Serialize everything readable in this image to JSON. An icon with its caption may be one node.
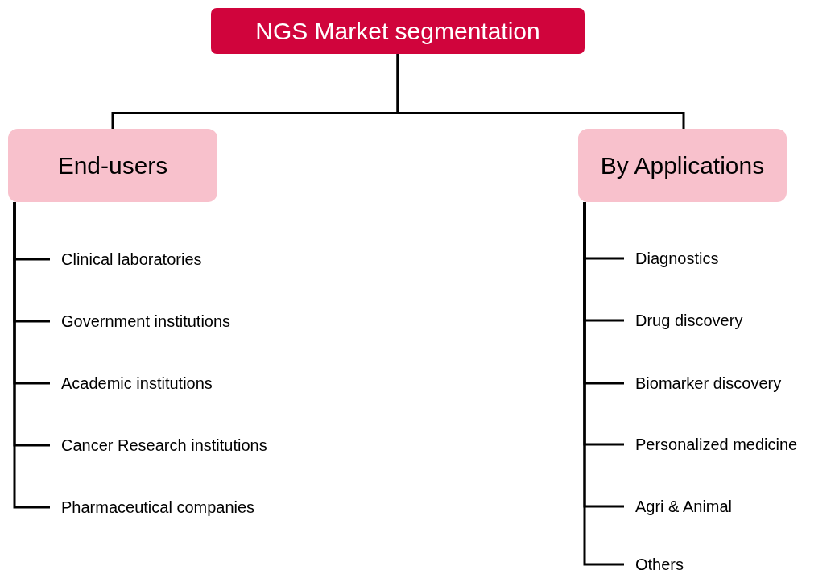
{
  "diagram": {
    "nodes": [
      {
        "text": [
          "NGS Market segmentation"
        ]
      },
      {
        "text": [
          "End-users"
        ]
      },
      {
        "text": [
          "By Applications"
        ]
      },
      {
        "text": [
          "Clinical laboratories"
        ]
      },
      {
        "text": [
          "Government institutions"
        ]
      },
      {
        "text": [
          "Academic institutions"
        ]
      },
      {
        "text": [
          "Cancer Research institutions"
        ]
      },
      {
        "text": [
          "Pharmaceutical companies"
        ]
      },
      {
        "text": [
          "Diagnostics"
        ]
      },
      {
        "text": [
          "Drug discovery"
        ]
      },
      {
        "text": [
          "Biomarker discovery"
        ]
      },
      {
        "text": [
          "Personalized medicine"
        ]
      },
      {
        "text": [
          "Agri & Animal"
        ]
      },
      {
        "text": [
          "Others"
        ]
      }
    ],
    "edges": [
      {
        "from": 0,
        "to": 1,
        "arrow": "none"
      },
      {
        "from": 0,
        "to": 2,
        "arrow": "none"
      },
      {
        "from": 1,
        "to": 3,
        "arrow": "none"
      },
      {
        "from": 1,
        "to": 4,
        "arrow": "none"
      },
      {
        "from": 1,
        "to": 5,
        "arrow": "none"
      },
      {
        "from": 1,
        "to": 6,
        "arrow": "none"
      },
      {
        "from": 1,
        "to": 7,
        "arrow": "none"
      },
      {
        "from": 2,
        "to": 8,
        "arrow": "none"
      },
      {
        "from": 2,
        "to": 9,
        "arrow": "none"
      },
      {
        "from": 2,
        "to": 10,
        "arrow": "none"
      },
      {
        "from": 2,
        "to": 11,
        "arrow": "none"
      },
      {
        "from": 2,
        "to": 12,
        "arrow": "none"
      },
      {
        "from": 2,
        "to": 13,
        "arrow": "none"
      }
    ]
  }
}
